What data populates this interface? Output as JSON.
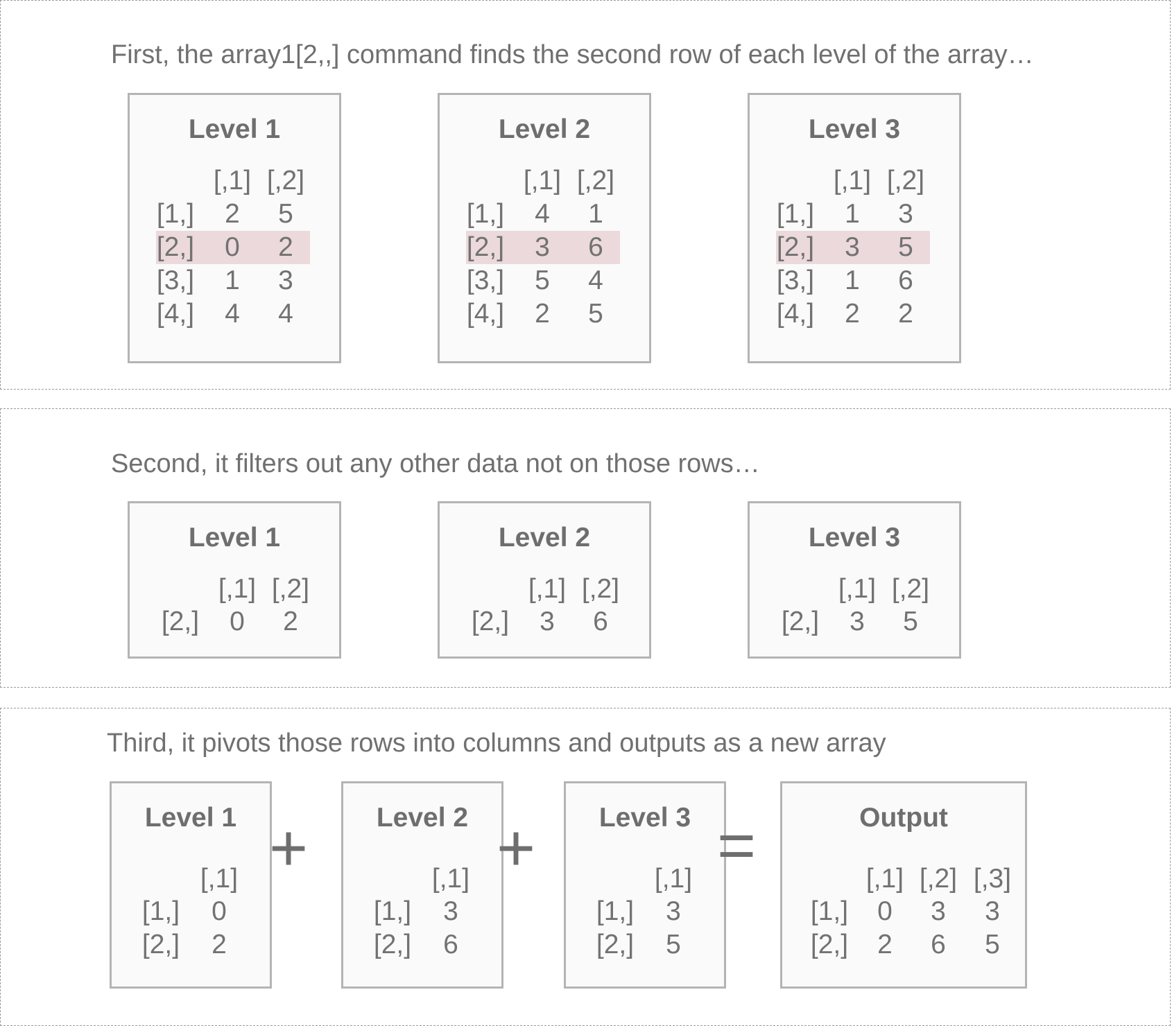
{
  "sections": [
    {
      "caption": "First, the array1[2,,] command finds the second row of each level of the array…",
      "boxes": [
        {
          "title": "Level 1",
          "col_headers": [
            "[,1]",
            "[,2]"
          ],
          "rows": [
            {
              "label": "[1,]",
              "values": [
                "2",
                "5"
              ],
              "highlight": false
            },
            {
              "label": "[2,]",
              "values": [
                "0",
                "2"
              ],
              "highlight": true
            },
            {
              "label": "[3,]",
              "values": [
                "1",
                "3"
              ],
              "highlight": false
            },
            {
              "label": "[4,]",
              "values": [
                "4",
                "4"
              ],
              "highlight": false
            }
          ]
        },
        {
          "title": "Level 2",
          "col_headers": [
            "[,1]",
            "[,2]"
          ],
          "rows": [
            {
              "label": "[1,]",
              "values": [
                "4",
                "1"
              ],
              "highlight": false
            },
            {
              "label": "[2,]",
              "values": [
                "3",
                "6"
              ],
              "highlight": true
            },
            {
              "label": "[3,]",
              "values": [
                "5",
                "4"
              ],
              "highlight": false
            },
            {
              "label": "[4,]",
              "values": [
                "2",
                "5"
              ],
              "highlight": false
            }
          ]
        },
        {
          "title": "Level 3",
          "col_headers": [
            "[,1]",
            "[,2]"
          ],
          "rows": [
            {
              "label": "[1,]",
              "values": [
                "1",
                "3"
              ],
              "highlight": false
            },
            {
              "label": "[2,]",
              "values": [
                "3",
                "5"
              ],
              "highlight": true
            },
            {
              "label": "[3,]",
              "values": [
                "1",
                "6"
              ],
              "highlight": false
            },
            {
              "label": "[4,]",
              "values": [
                "2",
                "2"
              ],
              "highlight": false
            }
          ]
        }
      ]
    },
    {
      "caption": "Second, it filters out any other data not on those rows…",
      "boxes": [
        {
          "title": "Level 1",
          "col_headers": [
            "[,1]",
            "[,2]"
          ],
          "rows": [
            {
              "label": "[2,]",
              "values": [
                "0",
                "2"
              ],
              "highlight": false
            }
          ]
        },
        {
          "title": "Level 2",
          "col_headers": [
            "[,1]",
            "[,2]"
          ],
          "rows": [
            {
              "label": "[2,]",
              "values": [
                "3",
                "6"
              ],
              "highlight": false
            }
          ]
        },
        {
          "title": "Level 3",
          "col_headers": [
            "[,1]",
            "[,2]"
          ],
          "rows": [
            {
              "label": "[2,]",
              "values": [
                "3",
                "5"
              ],
              "highlight": false
            }
          ]
        }
      ]
    },
    {
      "caption": "Third, it pivots those rows into columns and outputs as a new array",
      "boxes": [
        {
          "title": "Level 1",
          "col_headers": [
            "[,1]"
          ],
          "rows": [
            {
              "label": "[1,]",
              "values": [
                "0"
              ],
              "highlight": false
            },
            {
              "label": "[2,]",
              "values": [
                "2"
              ],
              "highlight": false
            }
          ]
        },
        {
          "title": "Level 2",
          "col_headers": [
            "[,1]"
          ],
          "rows": [
            {
              "label": "[1,]",
              "values": [
                "3"
              ],
              "highlight": false
            },
            {
              "label": "[2,]",
              "values": [
                "6"
              ],
              "highlight": false
            }
          ]
        },
        {
          "title": "Level 3",
          "col_headers": [
            "[,1]"
          ],
          "rows": [
            {
              "label": "[1,]",
              "values": [
                "3"
              ],
              "highlight": false
            },
            {
              "label": "[2,]",
              "values": [
                "5"
              ],
              "highlight": false
            }
          ]
        },
        {
          "title": "Output",
          "col_headers": [
            "[,1]",
            "[,2]",
            "[,3]"
          ],
          "rows": [
            {
              "label": "[1,]",
              "values": [
                "0",
                "3",
                "3"
              ],
              "highlight": false
            },
            {
              "label": "[2,]",
              "values": [
                "2",
                "6",
                "5"
              ],
              "highlight": false
            }
          ]
        }
      ],
      "operators": [
        "+",
        "+",
        "="
      ]
    }
  ],
  "colors": {
    "text": "#707070",
    "box_border": "#b4b4b4",
    "box_fill": "#fafafa",
    "highlight": "#ecd9db",
    "dashed_border": "#9a9a9a"
  }
}
